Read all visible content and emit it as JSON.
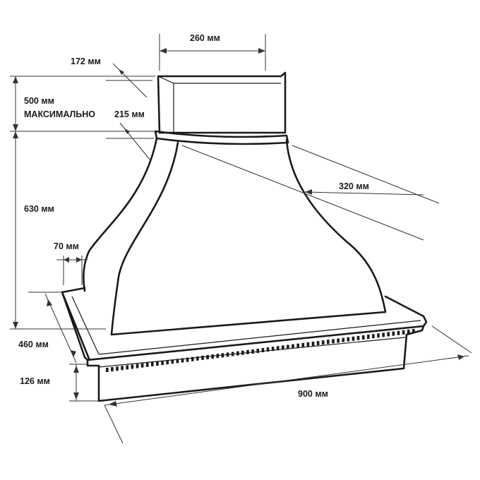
{
  "diagram": {
    "dimensions": {
      "duct_width": "260 мм",
      "duct_depth": "172 мм",
      "duct_height": "500 мм",
      "duct_height_note": "МАКСИМАЛЬНО",
      "collar_depth": "215 мм",
      "body_height": "630 мм",
      "body_depth": "320 мм",
      "ledge_width": "70 мм",
      "base_depth": "460 мм",
      "base_height": "126 мм",
      "total_width": "900 мм"
    }
  }
}
